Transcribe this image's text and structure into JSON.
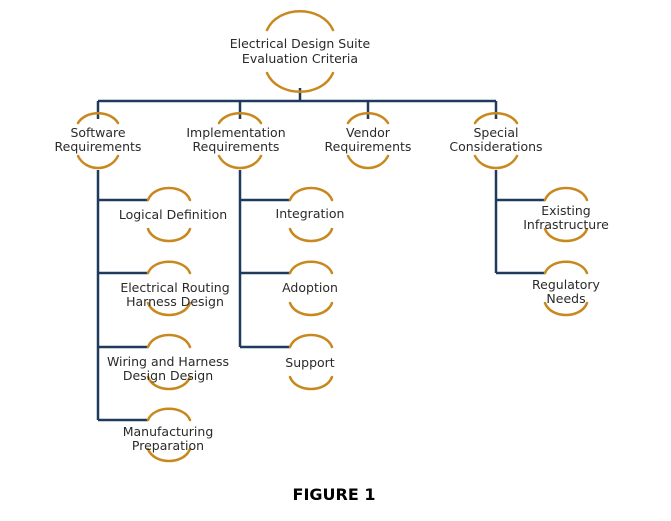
{
  "colors": {
    "connector": "#1f3a5c",
    "arc": "#c8881e",
    "text": "#2a2a2a"
  },
  "root": {
    "line1": "Electrical Design Suite",
    "line2": "Evaluation Criteria"
  },
  "branches": {
    "software": {
      "line1": "Software",
      "line2": "Requirements",
      "children": [
        {
          "line1": "Logical Definition",
          "line2": ""
        },
        {
          "line1": "Electrical Routing",
          "line2": "Harness Design"
        },
        {
          "line1": "Wiring and Harness",
          "line2": "Design Design"
        },
        {
          "line1": "Manufacturing",
          "line2": "Preparation"
        }
      ]
    },
    "implementation": {
      "line1": "Implementation",
      "line2": "Requirements",
      "children": [
        {
          "line1": "Integration",
          "line2": ""
        },
        {
          "line1": "Adoption",
          "line2": ""
        },
        {
          "line1": "Support",
          "line2": ""
        }
      ]
    },
    "vendor": {
      "line1": "Vendor",
      "line2": "Requirements"
    },
    "special": {
      "line1": "Special",
      "line2": "Considerations",
      "children": [
        {
          "line1": "Existing",
          "line2": "Infrastructure"
        },
        {
          "line1": "Regulatory",
          "line2": "Needs"
        }
      ]
    }
  },
  "caption": "FIGURE 1"
}
